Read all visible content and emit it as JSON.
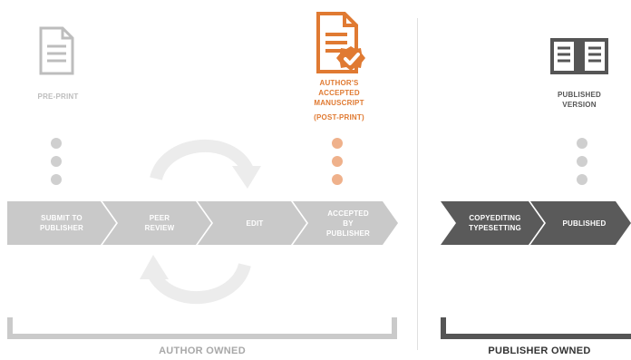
{
  "colors": {
    "light_gray": "#c9c9c9",
    "dark_gray": "#5a5a5a",
    "orange": "#e07a32",
    "orange_light": "#efb18b",
    "line_gray": "#cfcfcf"
  },
  "stages": {
    "preprint": {
      "label": "PRE-PRINT",
      "icon": "document-icon"
    },
    "accepted": {
      "label_line1": "AUTHOR'S",
      "label_line2": "ACCEPTED",
      "label_line3": "MANUSCRIPT",
      "label_line4": "(POST-PRINT)",
      "icon": "certified-document-icon"
    },
    "published": {
      "label_line1": "PUBLISHED",
      "label_line2": "VERSION",
      "icon": "open-book-icon"
    }
  },
  "process": {
    "author_steps": [
      {
        "line1": "SUBMIT TO",
        "line2": "PUBLISHER",
        "line3": ""
      },
      {
        "line1": "PEER",
        "line2": "REVIEW",
        "line3": ""
      },
      {
        "line1": "EDIT",
        "line2": "",
        "line3": ""
      },
      {
        "line1": "ACCEPTED",
        "line2": "BY",
        "line3": "PUBLISHER"
      }
    ],
    "publisher_steps": [
      {
        "line1": "COPYEDITING",
        "line2": "TYPESETTING",
        "line3": ""
      },
      {
        "line1": "PUBLISHED",
        "line2": "",
        "line3": ""
      }
    ]
  },
  "ownership": {
    "author": "AUTHOR OWNED",
    "publisher": "PUBLISHER OWNED"
  }
}
